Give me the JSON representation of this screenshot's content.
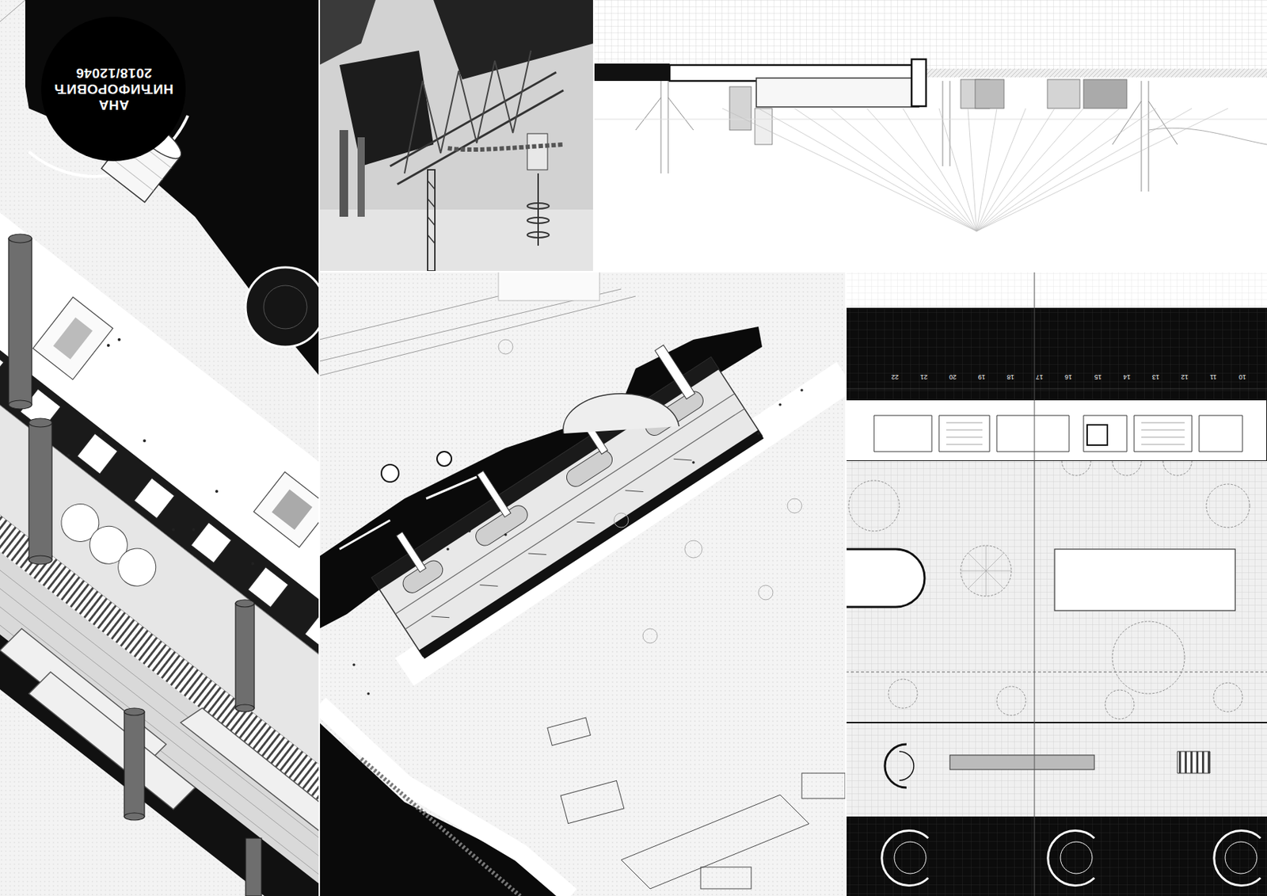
{
  "diagram": {
    "nodes": [
      {
        "text": [
          "АНА НИЋИФОРОВИЋ",
          "2018/12046"
        ]
      }
    ],
    "labels": [
      "22",
      "21",
      "20",
      "19",
      "18",
      "17",
      "16",
      "15",
      "14",
      "13",
      "12",
      "11",
      "10"
    ]
  }
}
